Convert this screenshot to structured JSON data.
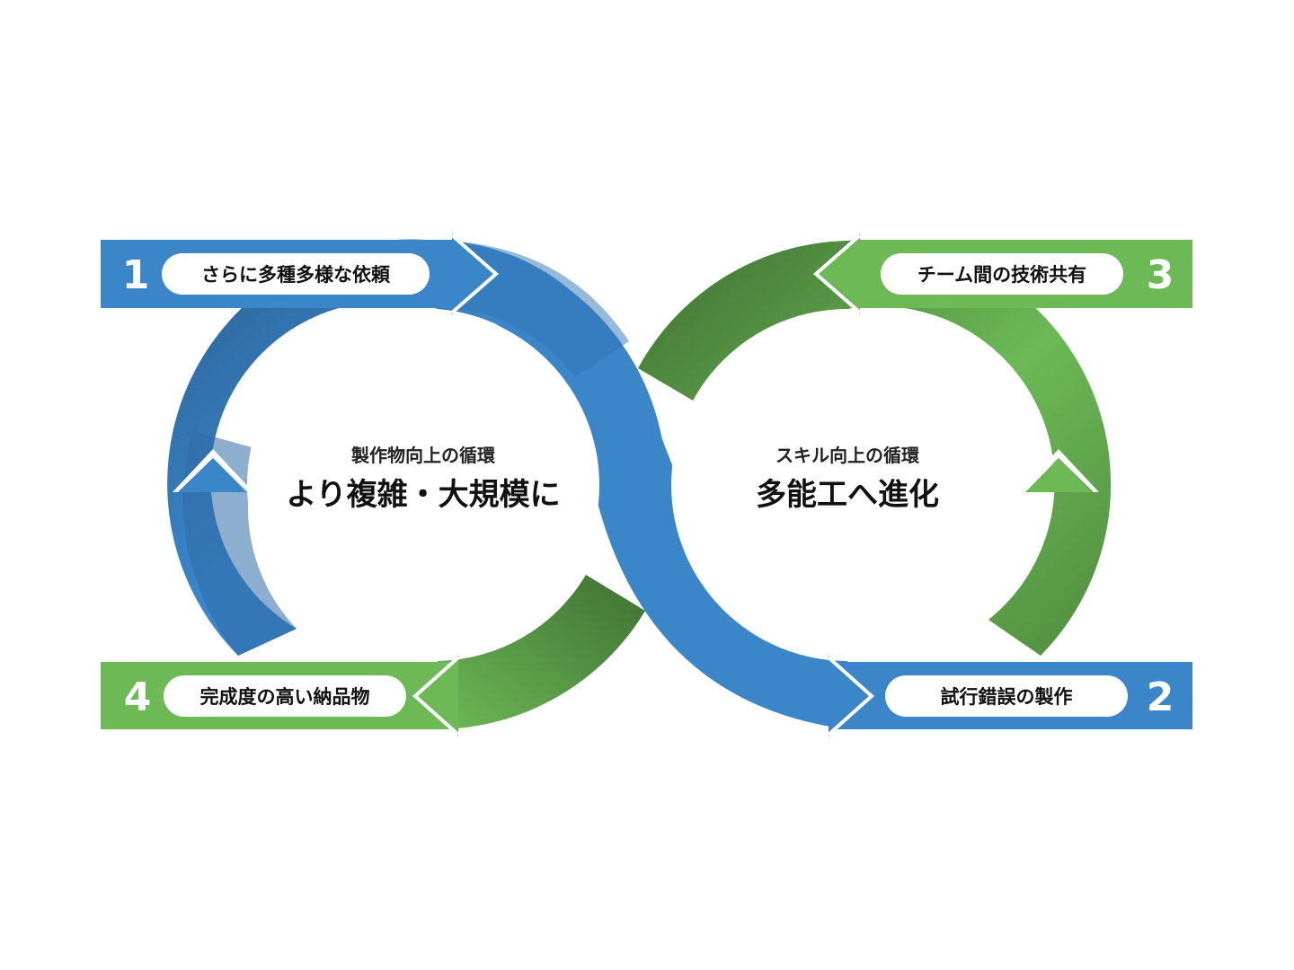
{
  "colors": {
    "blue": "#3a86c9",
    "blue_dark": "#2a5f93",
    "green": "#6cb956",
    "green_dark": "#3f7032",
    "white": "#ffffff",
    "text": "#111111"
  },
  "icons": {
    "arrow_head": "chevron-arrow-icon"
  },
  "left_cycle": {
    "subtitle": "製作物向上の循環",
    "title": "より複雑・大規模に"
  },
  "right_cycle": {
    "subtitle": "スキル向上の循環",
    "title": "多能工へ進化"
  },
  "steps": [
    {
      "number": "1",
      "label": "さらに多種多様な依頼"
    },
    {
      "number": "2",
      "label": "試行錯誤の製作"
    },
    {
      "number": "3",
      "label": "チーム間の技術共有"
    },
    {
      "number": "4",
      "label": "完成度の高い納品物"
    }
  ]
}
